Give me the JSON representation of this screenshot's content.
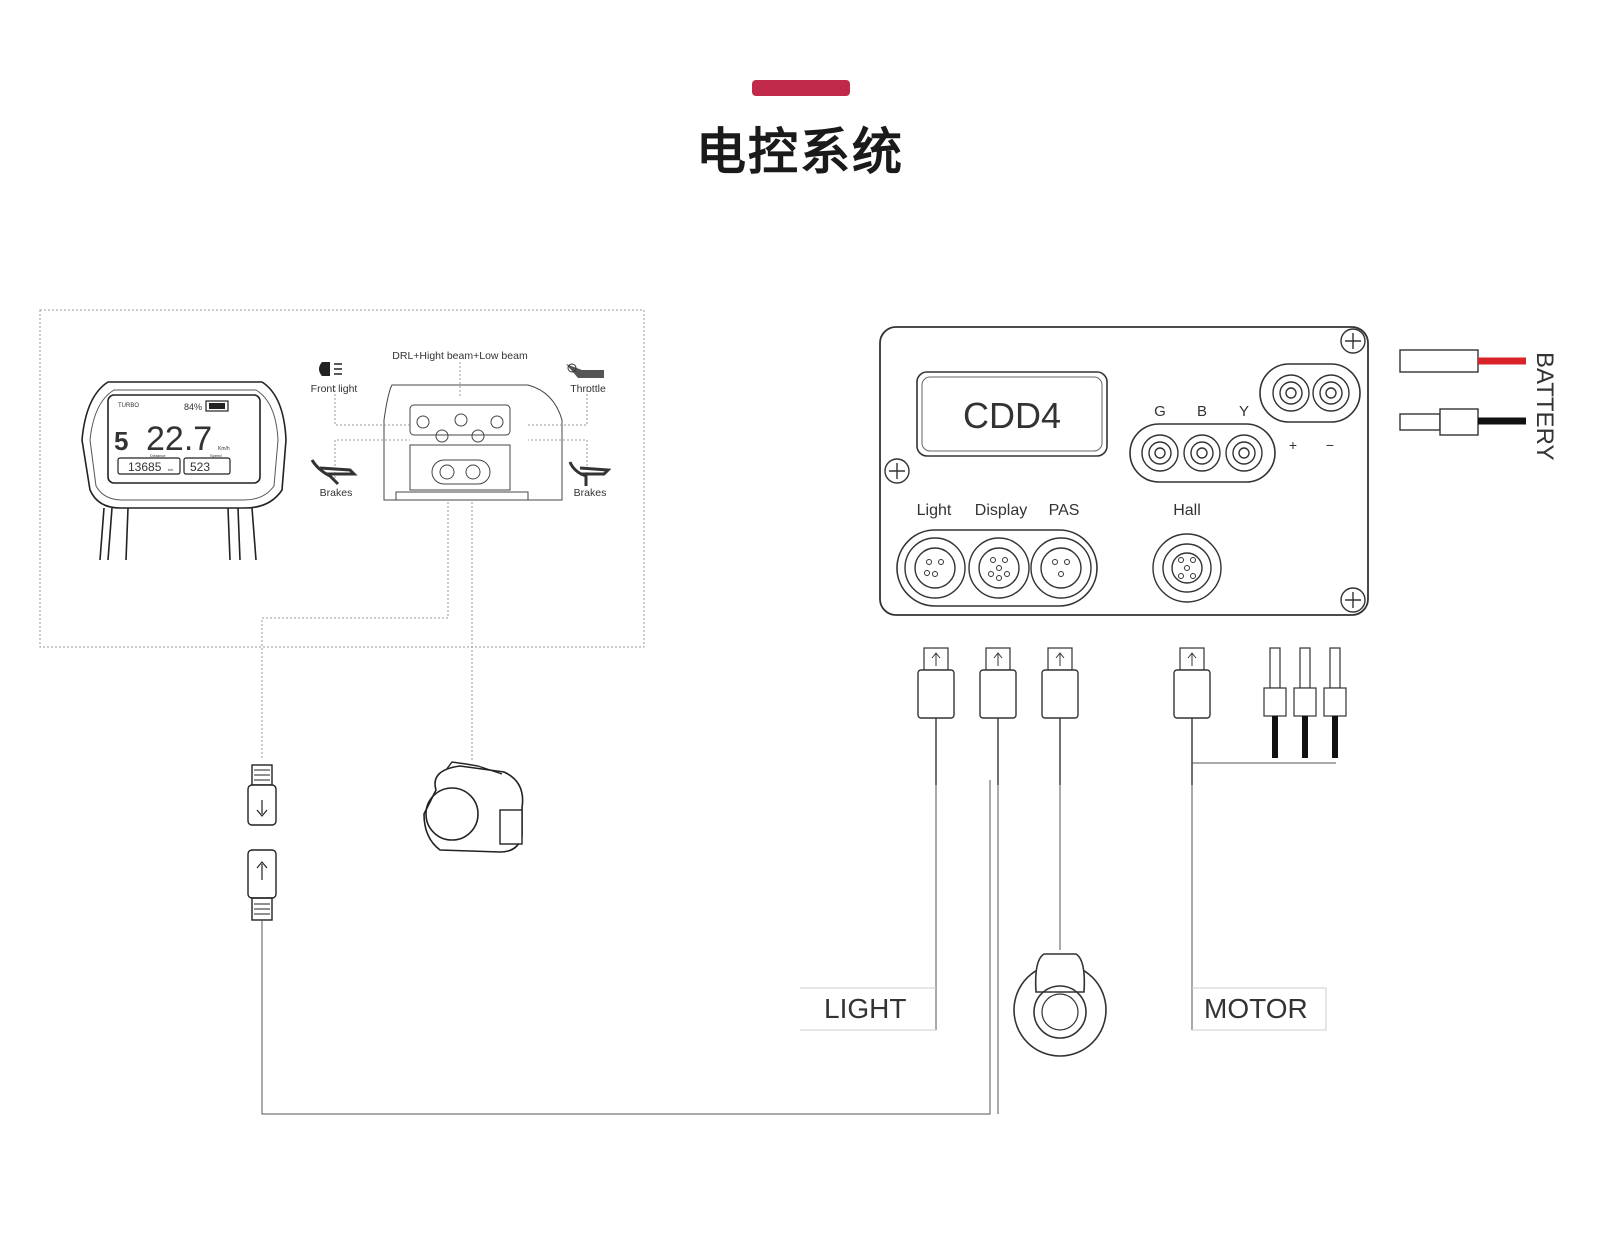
{
  "header": {
    "title": "电控系统",
    "accent_color": "#c0294a"
  },
  "display": {
    "brand": "TURBO",
    "battery_percent": "84%",
    "assist_level": "5",
    "speed": "22.7",
    "speed_unit": "Km/h",
    "distance_label": "Distance",
    "distance_value": "13685",
    "distance_unit": "km",
    "speed2_label": "Speed",
    "speed2_value": "523"
  },
  "switch_panel": {
    "top_label": "DRL+Hight beam+Low beam",
    "front_light": "Front light",
    "throttle": "Throttle",
    "brakes_left": "Brakes",
    "brakes_right": "Brakes"
  },
  "controller": {
    "model": "CDD4",
    "phase_labels": [
      "G",
      "B",
      "Y"
    ],
    "battery_terminals": [
      "+",
      "−"
    ],
    "ports": [
      "Light",
      "Display",
      "PAS"
    ],
    "hall_label": "Hall"
  },
  "battery_label": "BATTERY",
  "callouts": {
    "light": "LIGHT",
    "motor": "MOTOR"
  },
  "colors": {
    "red_wire": "#d8232a",
    "black_wire": "#111111",
    "line": "#777777"
  }
}
